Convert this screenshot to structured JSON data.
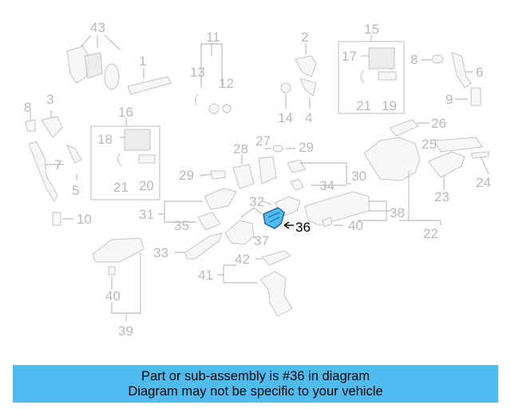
{
  "diagram": {
    "highlighted_part": "36",
    "callouts": [
      "43",
      "1",
      "11",
      "13",
      "12",
      "2",
      "15",
      "17",
      "21",
      "19",
      "8",
      "6",
      "9",
      "8",
      "3",
      "7",
      "5",
      "10",
      "16",
      "18",
      "21",
      "20",
      "14",
      "4",
      "26",
      "25",
      "24",
      "28",
      "27",
      "29",
      "29",
      "30",
      "34",
      "23",
      "31",
      "32",
      "36",
      "35",
      "37",
      "40",
      "38",
      "22",
      "33",
      "42",
      "41",
      "40",
      "39"
    ],
    "highlight_color": "#4fbcf0"
  },
  "banner": {
    "line1": "Part or sub-assembly is #36 in diagram",
    "line2": "Diagram may not be specific to your vehicle"
  }
}
